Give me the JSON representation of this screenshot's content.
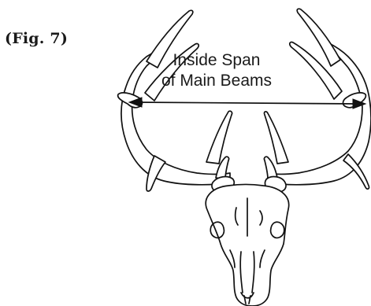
{
  "figure": {
    "label": "(Fig. 7)",
    "caption_line1": "Inside Span",
    "caption_line2": "of Main Beams"
  },
  "colors": {
    "ink": "#111111",
    "background": "#ffffff"
  }
}
